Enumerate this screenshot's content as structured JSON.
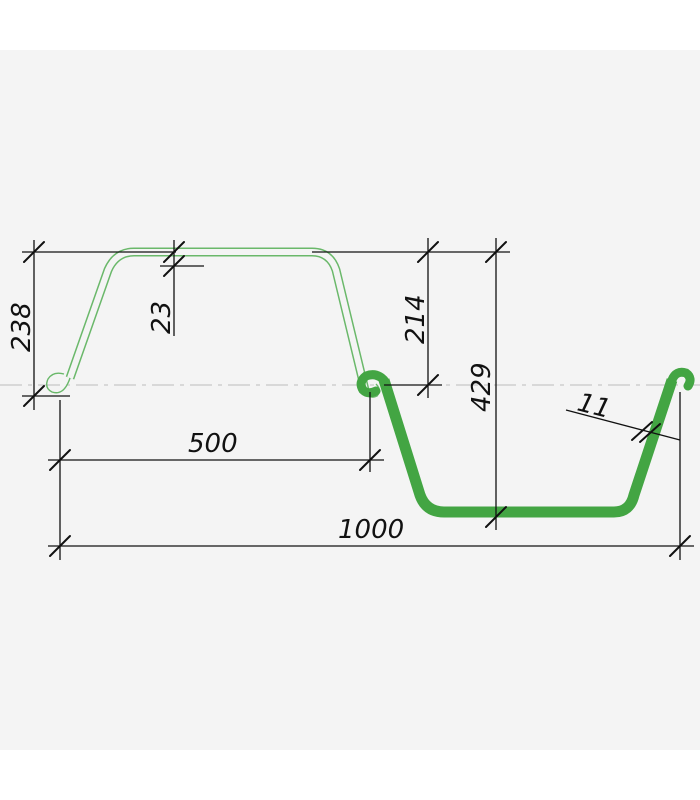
{
  "colors": {
    "page": "#ffffff",
    "canvas": "#f4f4f4",
    "profile_fill": "#43a543",
    "profile_outline": "#6ab86a",
    "ink": "#111111",
    "axis": "#bdbdbd"
  },
  "dimensions": {
    "total_height": "238",
    "flange_thickness": "23",
    "web_height": "214",
    "section_depth": "429",
    "half_width": "500",
    "total_width": "1000",
    "wall_thickness": "11"
  }
}
